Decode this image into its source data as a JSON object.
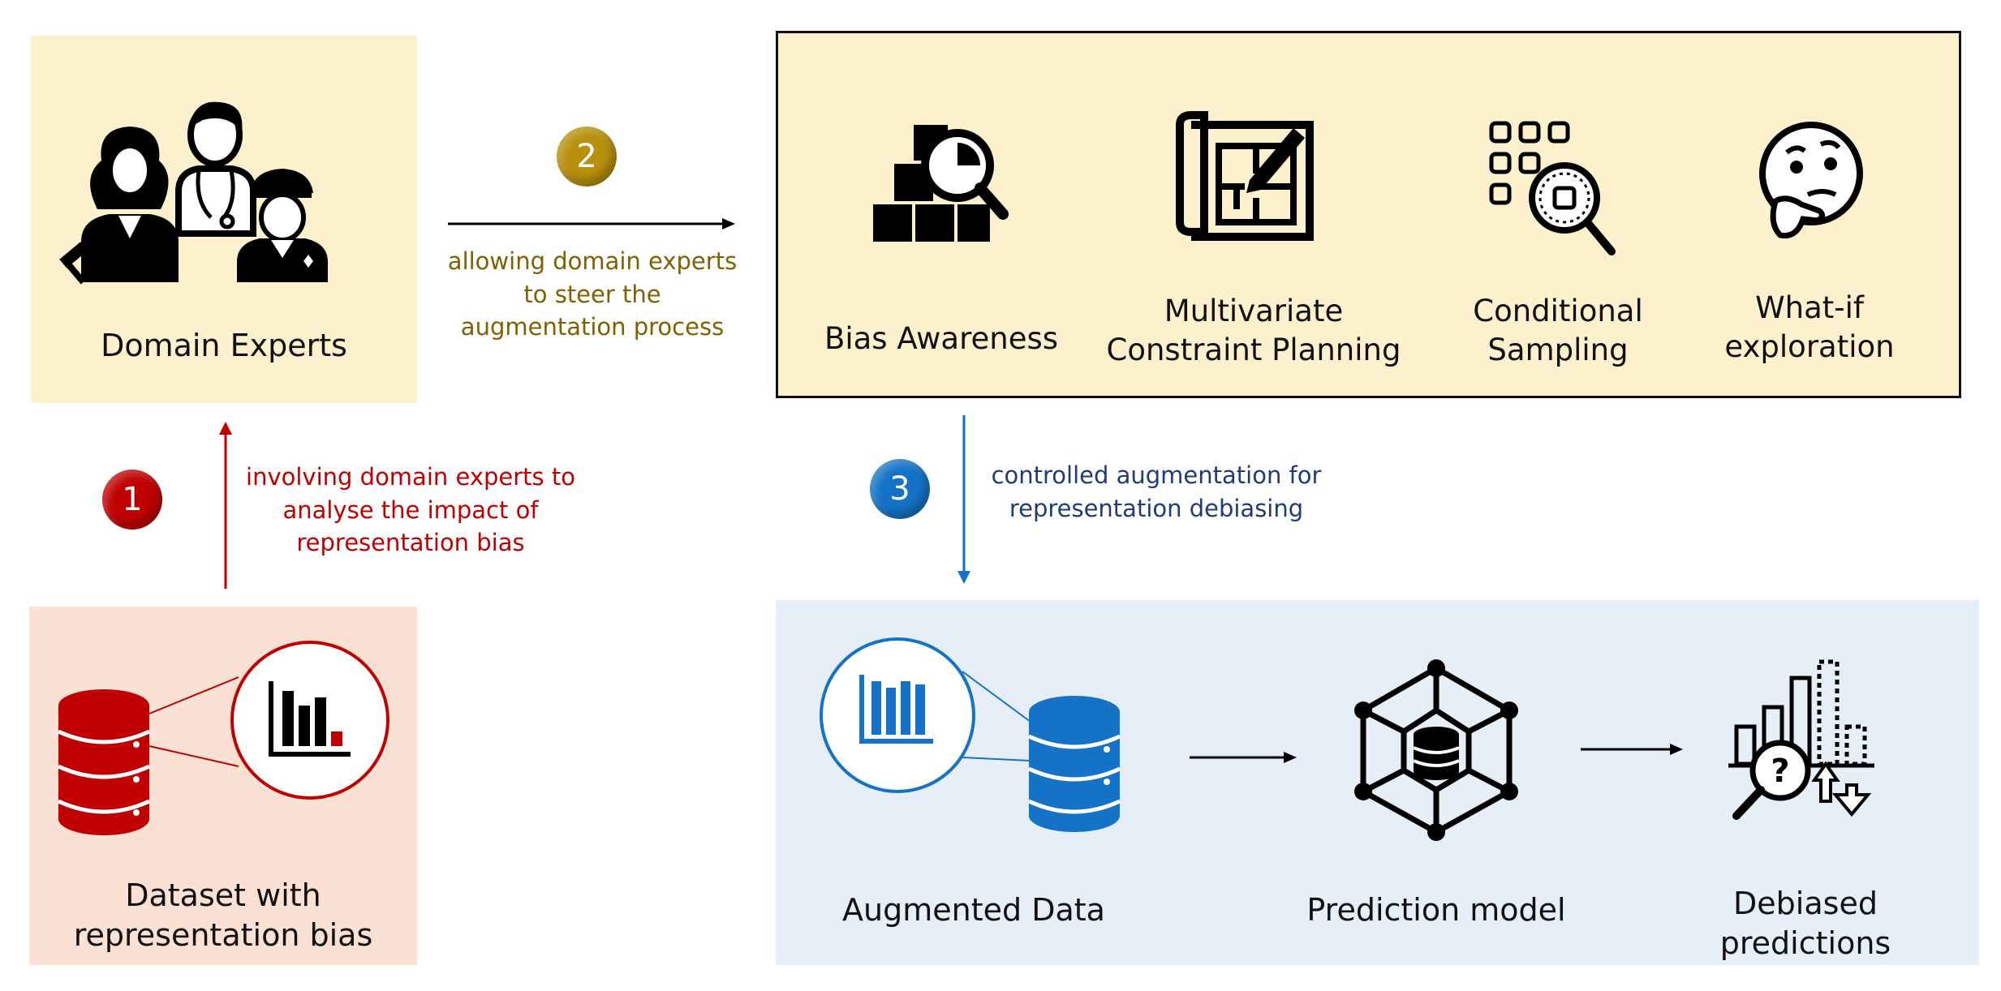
{
  "colors": {
    "experts_bg": "#fdf0cd",
    "dataset_bg": "#fbe1d4",
    "tools_bg": "#fdf0cd",
    "augmented_bg": "#e6eef8",
    "red": "#c00000",
    "gold": "#b8900c",
    "olive_text": "#806000",
    "blue": "#1473c6",
    "navy_text": "#1f3b78",
    "dark_red_text": "#c00000"
  },
  "domain_experts": {
    "label": "Domain Experts"
  },
  "dataset": {
    "label_line1": "Dataset with",
    "label_line2": "representation bias"
  },
  "step1": {
    "number": "1",
    "line1": "involving domain experts to",
    "line2": "analyse the impact of",
    "line3": "representation bias"
  },
  "step2": {
    "number": "2",
    "line1": "allowing domain experts",
    "line2": "to steer the",
    "line3": "augmentation process"
  },
  "step3": {
    "number": "3",
    "line1": "controlled augmentation for",
    "line2": "representation debiasing"
  },
  "tools": [
    {
      "icon": "boxes-magnifier-icon",
      "line1": "Bias Awareness",
      "line2": ""
    },
    {
      "icon": "blueprint-pencil-icon",
      "line1": "Multivariate",
      "line2": "Constraint Planning"
    },
    {
      "icon": "grid-magnifier-icon",
      "line1": "Conditional",
      "line2": "Sampling"
    },
    {
      "icon": "thinking-face-icon",
      "line1": "What-if",
      "line2": "exploration"
    }
  ],
  "pipeline": {
    "augmented": "Augmented Data",
    "model": "Prediction model",
    "debiased": "Debiased predictions"
  }
}
